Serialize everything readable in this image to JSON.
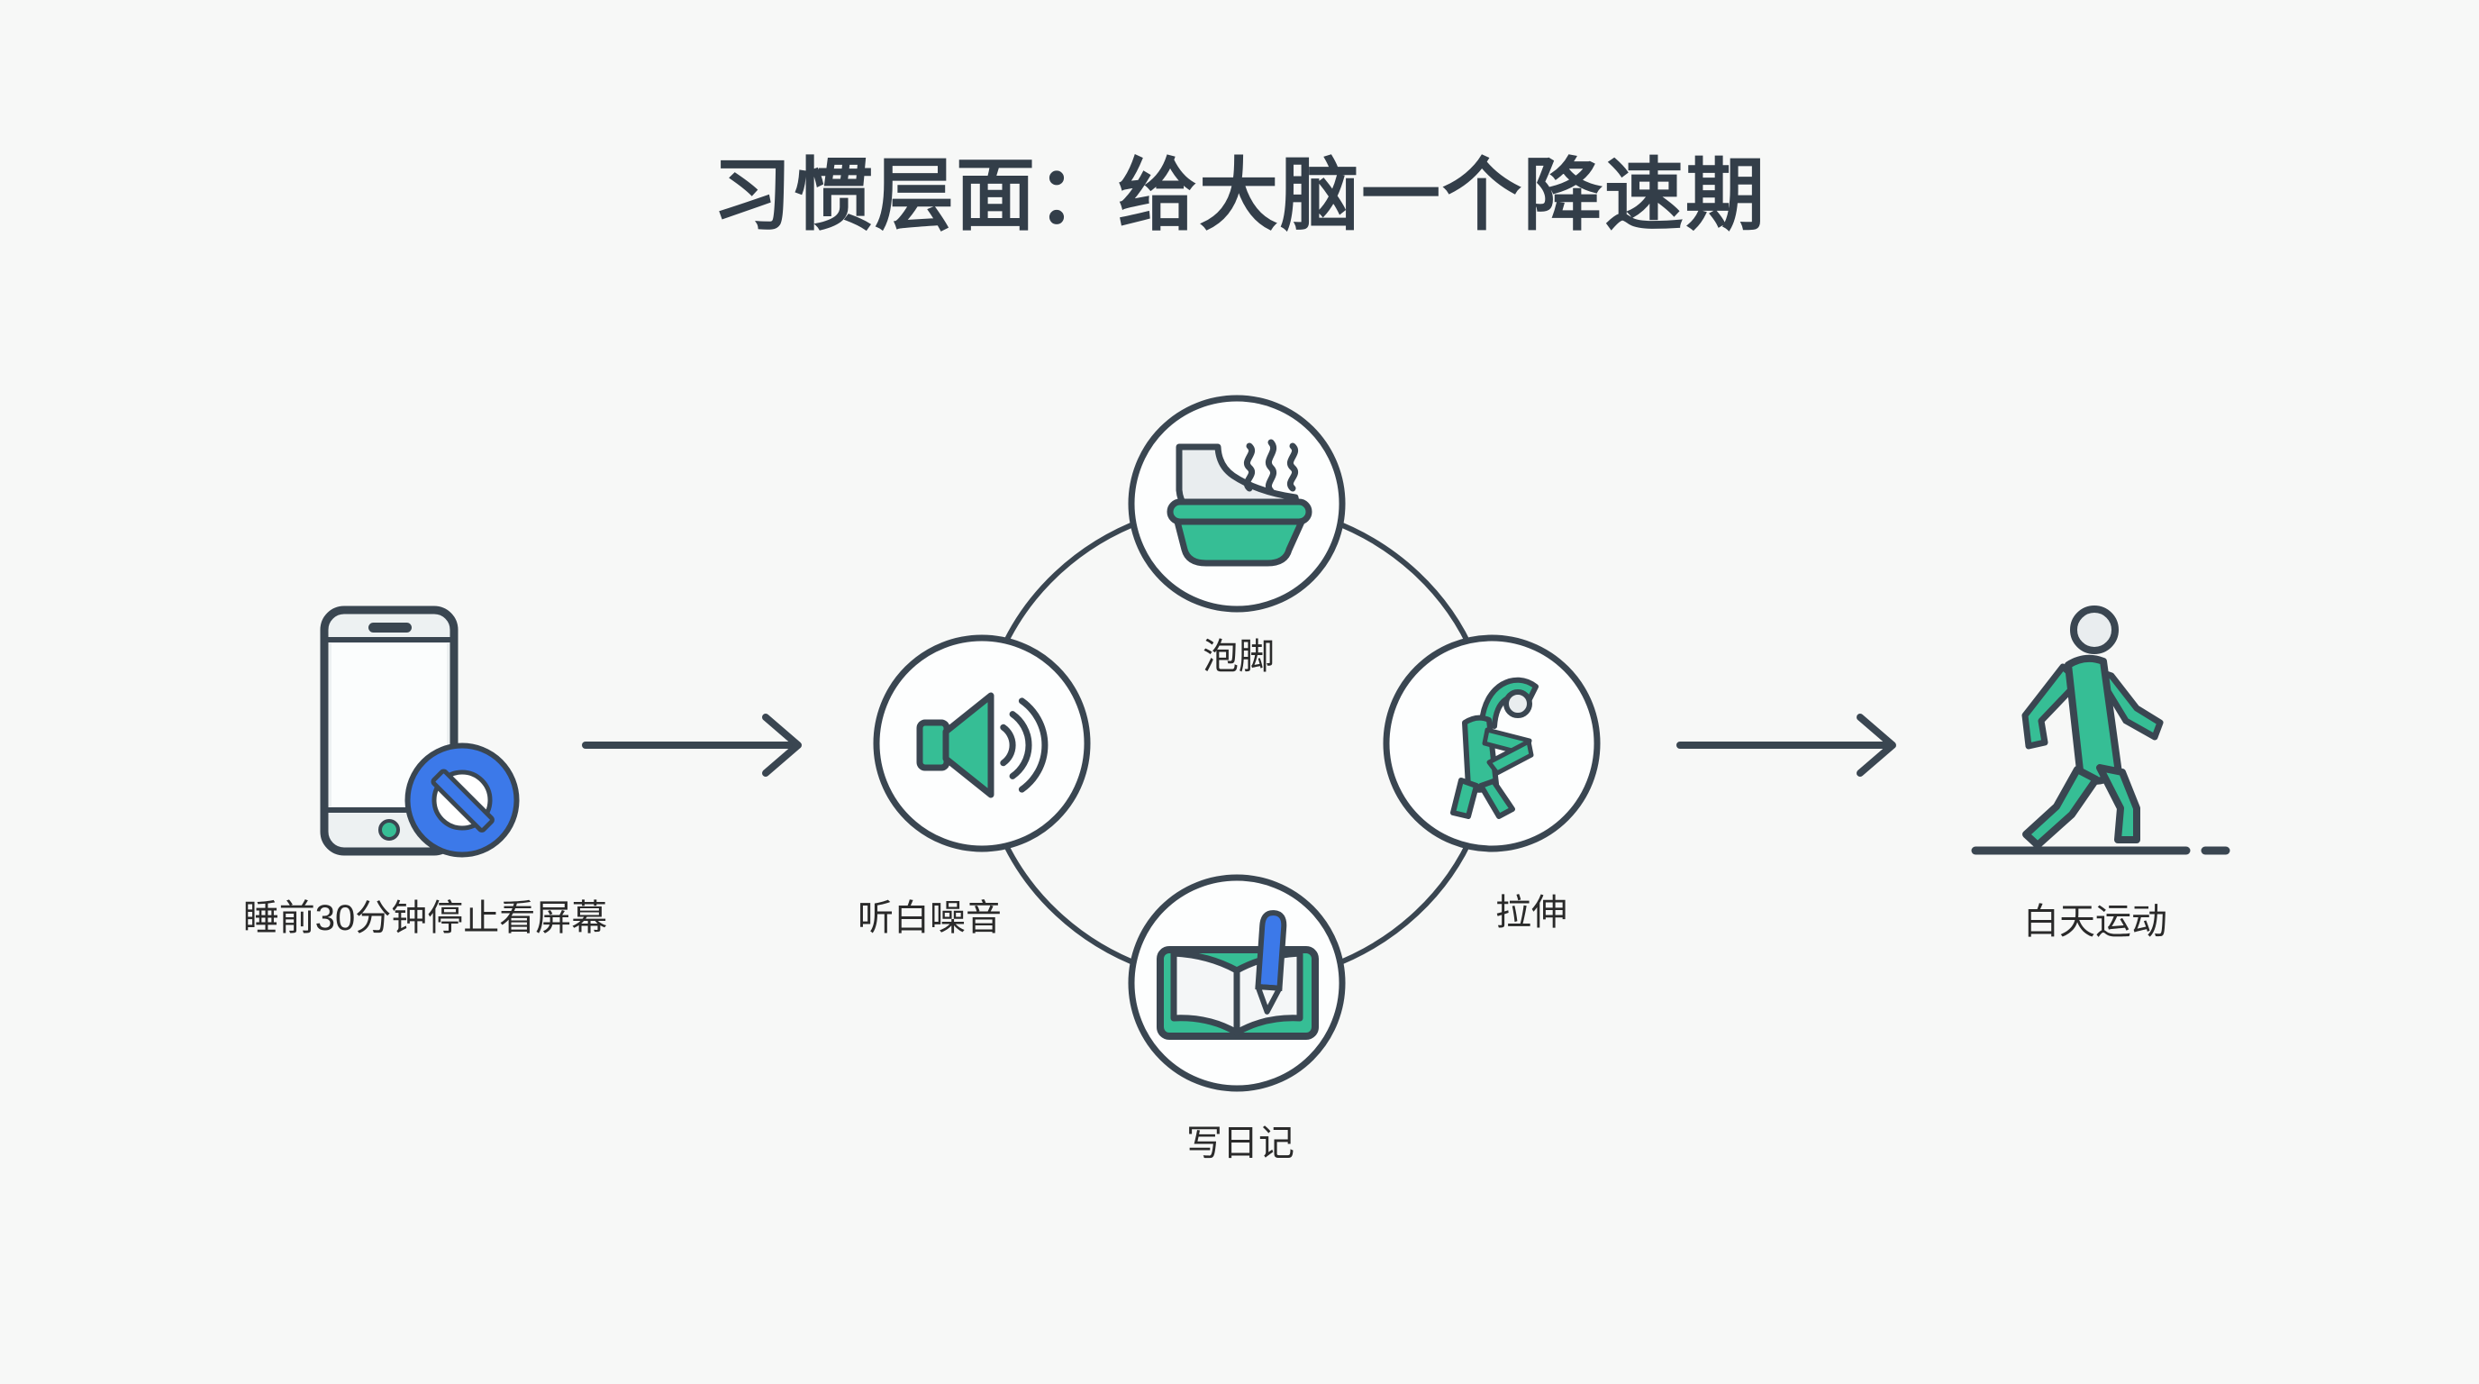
{
  "title": "习惯层面：给大脑一个降速期",
  "flow": {
    "start": {
      "label": "睡前30分钟停止看屏幕",
      "icon": "phone-screen-ban-icon"
    },
    "cycle_nodes": [
      {
        "position": "top",
        "label": "泡脚",
        "icon": "foot-bath-icon"
      },
      {
        "position": "right",
        "label": "拉伸",
        "icon": "stretch-person-icon"
      },
      {
        "position": "bottom",
        "label": "写日记",
        "icon": "diary-pen-icon"
      },
      {
        "position": "left",
        "label": "听白噪音",
        "icon": "speaker-white-noise-icon"
      }
    ],
    "end": {
      "label": "白天运动",
      "icon": "walking-person-icon"
    }
  },
  "colors": {
    "background": "#F7F8F7",
    "outline_slate": "#3A4651",
    "accent_green": "#36BE95",
    "accent_blue": "#3C79E9",
    "light_gray_fill": "#E9EDEF",
    "title_text": "#333E49",
    "label_text": "#2A2A2A"
  }
}
